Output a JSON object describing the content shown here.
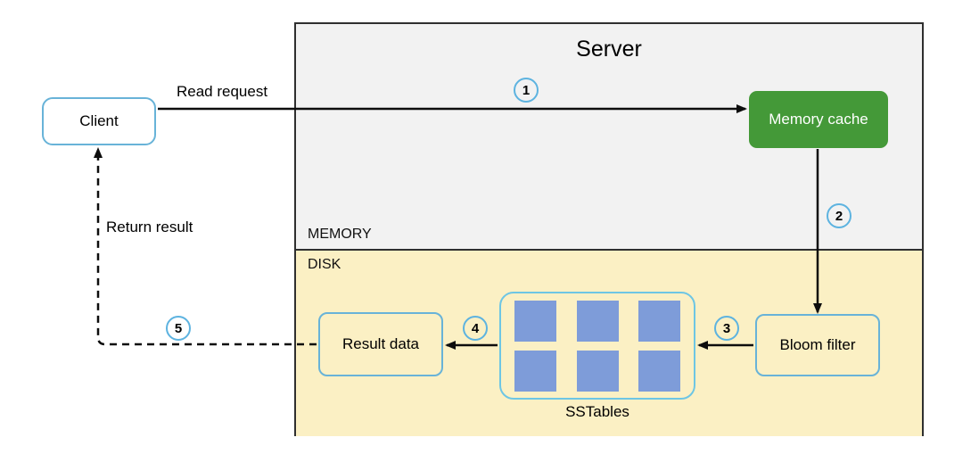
{
  "diagram": {
    "server_title": "Server",
    "memory_label": "MEMORY",
    "disk_label": "DISK",
    "nodes": {
      "client": {
        "label": "Client"
      },
      "memory_cache": {
        "label": "Memory cache"
      },
      "bloom_filter": {
        "label": "Bloom filter"
      },
      "result_data": {
        "label": "Result data"
      },
      "sstables": {
        "label": "SSTables",
        "square_count": 6
      }
    },
    "edges": {
      "read_request": {
        "label": "Read request",
        "step": "1"
      },
      "cache_to_bloom_filter": {
        "step": "2"
      },
      "bloom_filter_to_sstables": {
        "step": "3"
      },
      "sstables_to_result_data": {
        "step": "4"
      },
      "return_result": {
        "label": "Return result",
        "step": "5"
      }
    },
    "colors": {
      "memory_bg": "#f2f2f2",
      "disk_bg": "#fbf0c4",
      "server_border": "#2f2f2f",
      "node_border": "#68b3d8",
      "sstables_border": "#6ec6e4",
      "cache_bg": "#449938",
      "cache_text": "#ffffff",
      "sstable_square": "#7e9cd9",
      "circle_border": "#5db3e0",
      "arrow": "#0d0d0d",
      "text": "#000000"
    }
  }
}
